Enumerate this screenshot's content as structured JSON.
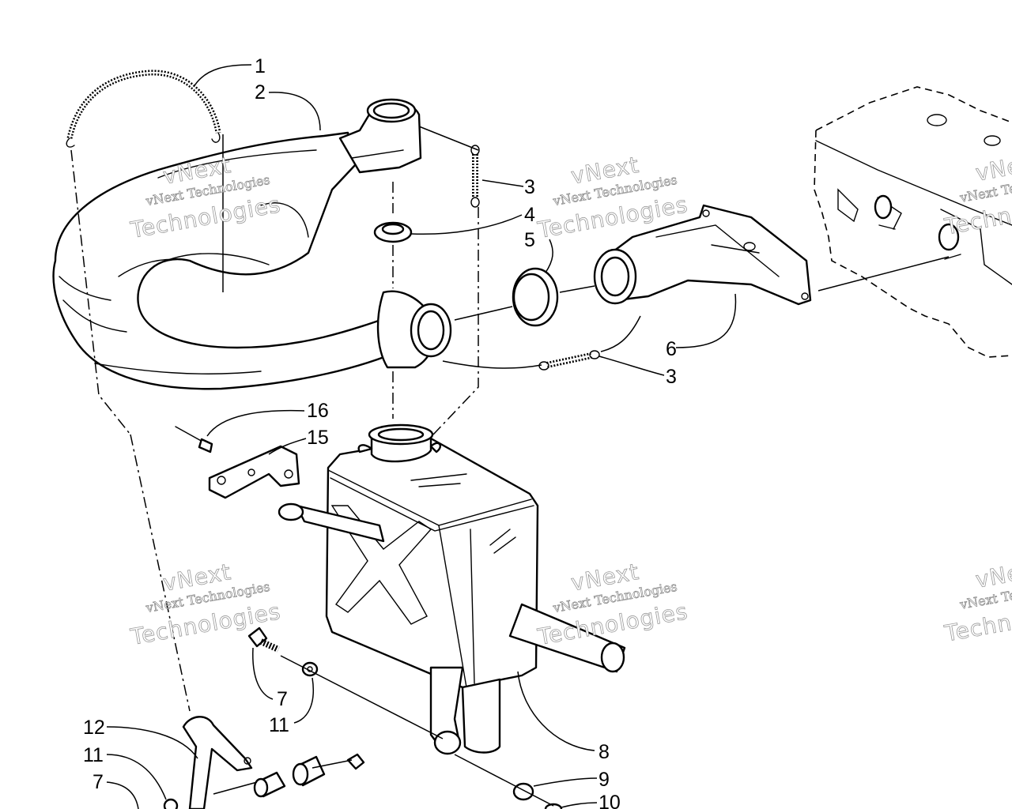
{
  "diagram": {
    "callouts": [
      {
        "id": "c1",
        "label": "1"
      },
      {
        "id": "c2",
        "label": "2"
      },
      {
        "id": "c3a",
        "label": "3"
      },
      {
        "id": "c4",
        "label": "4"
      },
      {
        "id": "c5",
        "label": "5"
      },
      {
        "id": "c6",
        "label": "6"
      },
      {
        "id": "c3b",
        "label": "3"
      },
      {
        "id": "c16",
        "label": "16"
      },
      {
        "id": "c15",
        "label": "15"
      },
      {
        "id": "c7a",
        "label": "7"
      },
      {
        "id": "c11a",
        "label": "11"
      },
      {
        "id": "c8",
        "label": "8"
      },
      {
        "id": "c9",
        "label": "9"
      },
      {
        "id": "c10",
        "label": "10"
      },
      {
        "id": "c12",
        "label": "12"
      },
      {
        "id": "c11b",
        "label": "11"
      },
      {
        "id": "c7b",
        "label": "7"
      }
    ],
    "watermark": {
      "line1": "vNext Technologies",
      "line2": "vNext",
      "line3": "Technologies"
    }
  }
}
